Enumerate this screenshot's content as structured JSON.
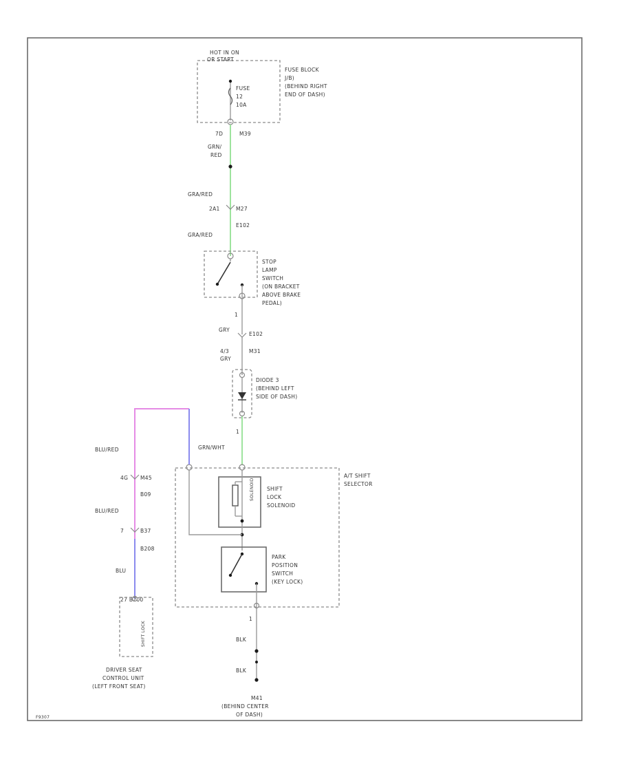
{
  "colors": {
    "green": "#9ee39e",
    "pink": "#e58be5",
    "blue": "#8a8aee",
    "gray": "#9a9a9a"
  },
  "power": {
    "hot_line1": "HOT IN ON",
    "hot_line2": "OR START",
    "fuse_block": [
      "FUSE BLOCK",
      "J/B)",
      "(BEHIND RIGHT",
      "END OF DASH)"
    ],
    "fuse": [
      "FUSE",
      "12",
      "10A"
    ],
    "pin1": "7D",
    "pin2": "M39"
  },
  "wires": {
    "grn_red": [
      "GRN/",
      "RED"
    ],
    "gra_red_1": "GRA/RED",
    "conn_1": "2A1",
    "conn_1b": "M27",
    "conn_2": "E102",
    "gra_red_2": "GRA/RED",
    "gry_1": "1",
    "gry_label": "GRY",
    "conn_3": "E102",
    "conn_4a": "4/3",
    "conn_4b": "GRY",
    "conn_4c": "M31",
    "grn_wht": "GRN/WHT",
    "blu_red_1": "BLU/RED",
    "conn_5a": "4G",
    "conn_5b": "M45",
    "conn_5c": "B09",
    "blu_red_2": "BLU/RED",
    "conn_6a": "7",
    "conn_6b": "B37",
    "conn_6c": "B208",
    "blu": "BLU",
    "conn_7": "27   B200",
    "blk_1": "1",
    "blk_2": "BLK",
    "blk_3": "BLK"
  },
  "components": {
    "stop_lamp": [
      "STOP",
      "LAMP",
      "SWITCH",
      "(ON BRACKET",
      "ABOVE BRAKE",
      "PEDAL)"
    ],
    "diode": [
      "DIODE 3",
      "(BEHIND LEFT",
      "SIDE OF DASH)"
    ],
    "at_shift": [
      "A/T SHIFT",
      "SELECTOR"
    ],
    "shift_lock": [
      "SHIFT",
      "LOCK",
      "SOLENOID"
    ],
    "solenoid_rot": "SOLENOID",
    "park": [
      "PARK",
      "POSITION",
      "SWITCH",
      "(KEY LOCK)"
    ],
    "driver_seat": [
      "DRIVER SEAT",
      "CONTROL UNIT",
      "(LEFT FRONT SEAT)"
    ],
    "driver_seat_rot": "SHIFT LOCK",
    "ground": [
      "M41",
      "(BEHIND CENTER",
      "OF DASH)"
    ]
  },
  "footer_code": "F9307"
}
